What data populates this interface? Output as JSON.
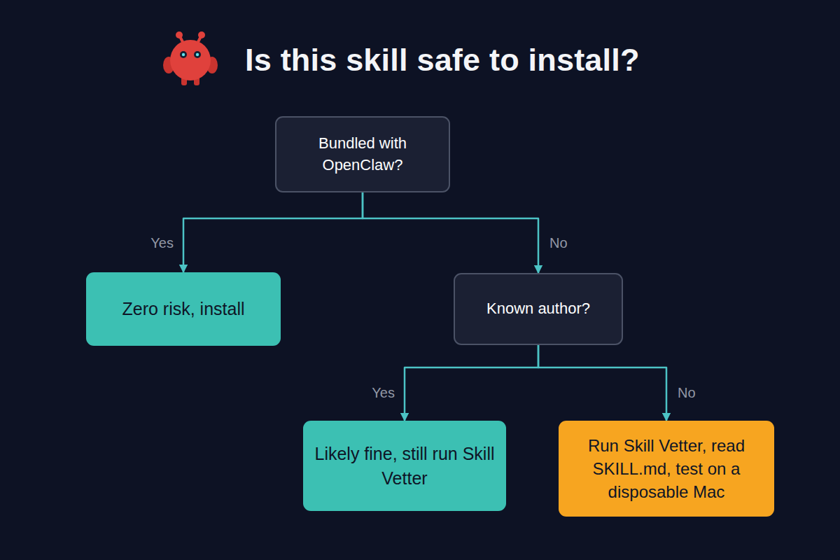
{
  "diagram": {
    "title": "Is this skill safe to install?",
    "nodes": [
      {
        "text": [
          "Bundled with OpenClaw?"
        ]
      },
      {
        "text": [
          "Zero risk, install"
        ]
      },
      {
        "text": [
          "Known author?"
        ]
      },
      {
        "text": [
          "Likely fine, still run Skill Vetter"
        ]
      },
      {
        "text": [
          "Run Skill Vetter, read SKILL.md, test on a disposable Mac"
        ]
      }
    ],
    "edges": [
      {
        "from": 0,
        "to": 1,
        "arrow": "to",
        "label": "Yes"
      },
      {
        "from": 0,
        "to": 2,
        "arrow": "to",
        "label": "No"
      },
      {
        "from": 2,
        "to": 3,
        "arrow": "to",
        "label": "Yes"
      },
      {
        "from": 2,
        "to": 4,
        "arrow": "to",
        "label": "No"
      }
    ]
  }
}
